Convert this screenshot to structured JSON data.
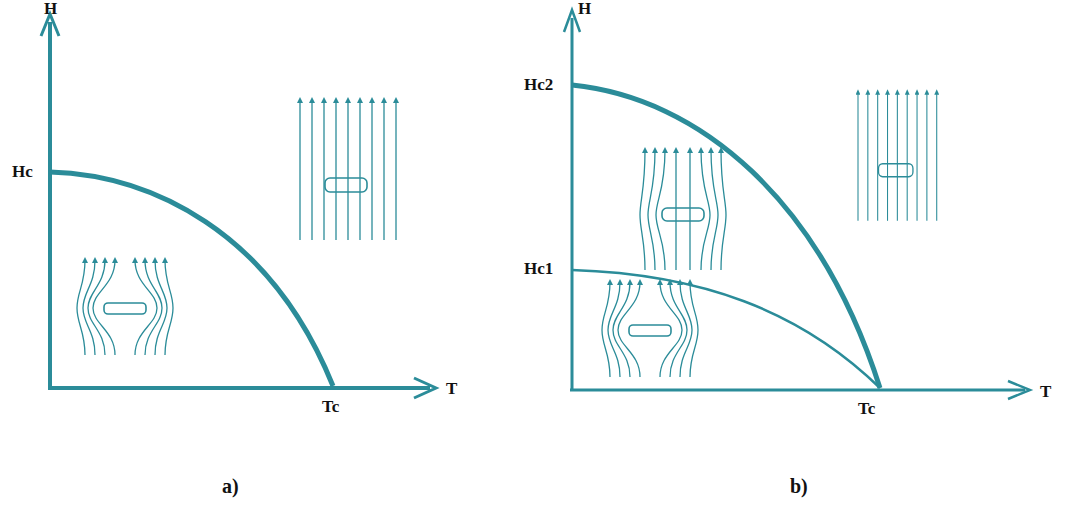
{
  "diagram": {
    "labels": [
      "H",
      "Hc",
      "Tc",
      "T",
      "a)",
      "H",
      "Hc2",
      "Hc1",
      "Tc",
      "T",
      "b)"
    ]
  }
}
